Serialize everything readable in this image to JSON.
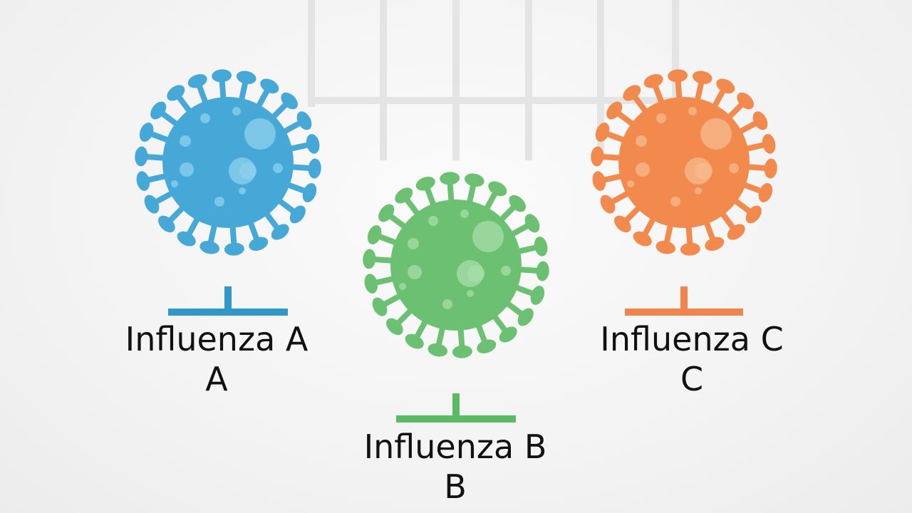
{
  "viruses": [
    {
      "title": "Influenza A",
      "sub": "A",
      "color": "#46a8d6",
      "spot": "#8fd0ee",
      "bracket": "#2f98c8"
    },
    {
      "title": "Influenza B",
      "sub": "B",
      "color": "#6cc072",
      "spot": "#a7dda9",
      "bracket": "#5cba65"
    },
    {
      "title": "Influenza C",
      "sub": "C",
      "color": "#f28a4e",
      "spot": "#f8b98f",
      "bracket": "#f0844a"
    }
  ],
  "grid_color": "#e4e4e4"
}
